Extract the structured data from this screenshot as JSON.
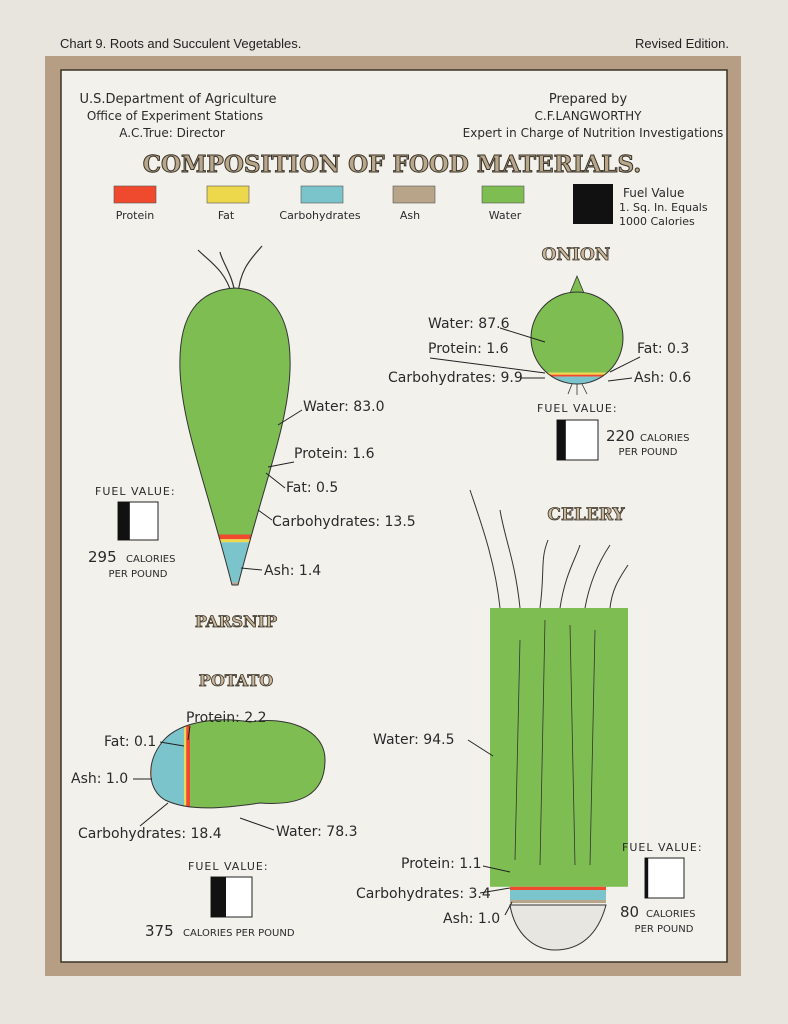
{
  "header": {
    "chart_number": "Chart 9. Roots and Succulent Vegetables.",
    "edition": "Revised Edition."
  },
  "credits": {
    "left": [
      "U.S.Department of Agriculture",
      "Office of Experiment Stations",
      "A.C.True: Director"
    ],
    "right": [
      "Prepared by",
      "C.F.LANGWORTHY",
      "Expert in Charge of Nutrition Investigations"
    ]
  },
  "title": "COMPOSITION OF FOOD MATERIALS.",
  "legend": {
    "items": [
      {
        "label": "Protein",
        "color": "#f04a2e"
      },
      {
        "label": "Fat",
        "color": "#ecd84a"
      },
      {
        "label": "Carbohydrates",
        "color": "#7cc4cc"
      },
      {
        "label": "Ash",
        "color": "#b8a488"
      },
      {
        "label": "Water",
        "color": "#7dbd52"
      }
    ],
    "fuel": {
      "color": "#111111",
      "lines": [
        "Fuel Value",
        "1. Sq. In. Equals",
        "1000 Calories"
      ]
    }
  },
  "fuel_label": "Fuel value:",
  "calories_per_pound": "calories per pound",
  "calories_word": "calories",
  "per_pound": "per pound",
  "chart_data": {
    "type": "composition",
    "title": "COMPOSITION OF FOOD MATERIALS.",
    "units": "percent",
    "vegetables": [
      {
        "name": "PARSNIP",
        "water": 83.0,
        "protein": 1.6,
        "fat": 0.5,
        "carbohydrates": 13.5,
        "ash": 1.4,
        "fuel_value": 295,
        "labels": {
          "water": "Water: 83.0",
          "protein": "Protein: 1.6",
          "fat": "Fat: 0.5",
          "carbohydrates": "Carbohydrates: 13.5",
          "ash": "Ash: 1.4",
          "fuel": "295"
        }
      },
      {
        "name": "ONION",
        "water": 87.6,
        "protein": 1.6,
        "fat": 0.3,
        "carbohydrates": 9.9,
        "ash": 0.6,
        "fuel_value": 220,
        "labels": {
          "water": "Water: 87.6",
          "protein": "Protein: 1.6",
          "fat": "Fat: 0.3",
          "carbohydrates": "Carbohydrates: 9.9",
          "ash": "Ash: 0.6",
          "fuel": "220"
        }
      },
      {
        "name": "POTATO",
        "water": 78.3,
        "protein": 2.2,
        "fat": 0.1,
        "carbohydrates": 18.4,
        "ash": 1.0,
        "fuel_value": 375,
        "labels": {
          "water": "Water: 78.3",
          "protein": "Protein: 2.2",
          "fat": "Fat: 0.1",
          "carbohydrates": "Carbohydrates: 18.4",
          "ash": "Ash: 1.0",
          "fuel": "375"
        }
      },
      {
        "name": "CELERY",
        "water": 94.5,
        "protein": 1.1,
        "carbohydrates": 3.4,
        "ash": 1.0,
        "fuel_value": 80,
        "labels": {
          "water": "Water: 94.5",
          "protein": "Protein: 1.1",
          "carbohydrates": "Carbohydrates: 3.4",
          "ash": "Ash: 1.0",
          "fuel": "80"
        }
      }
    ]
  }
}
